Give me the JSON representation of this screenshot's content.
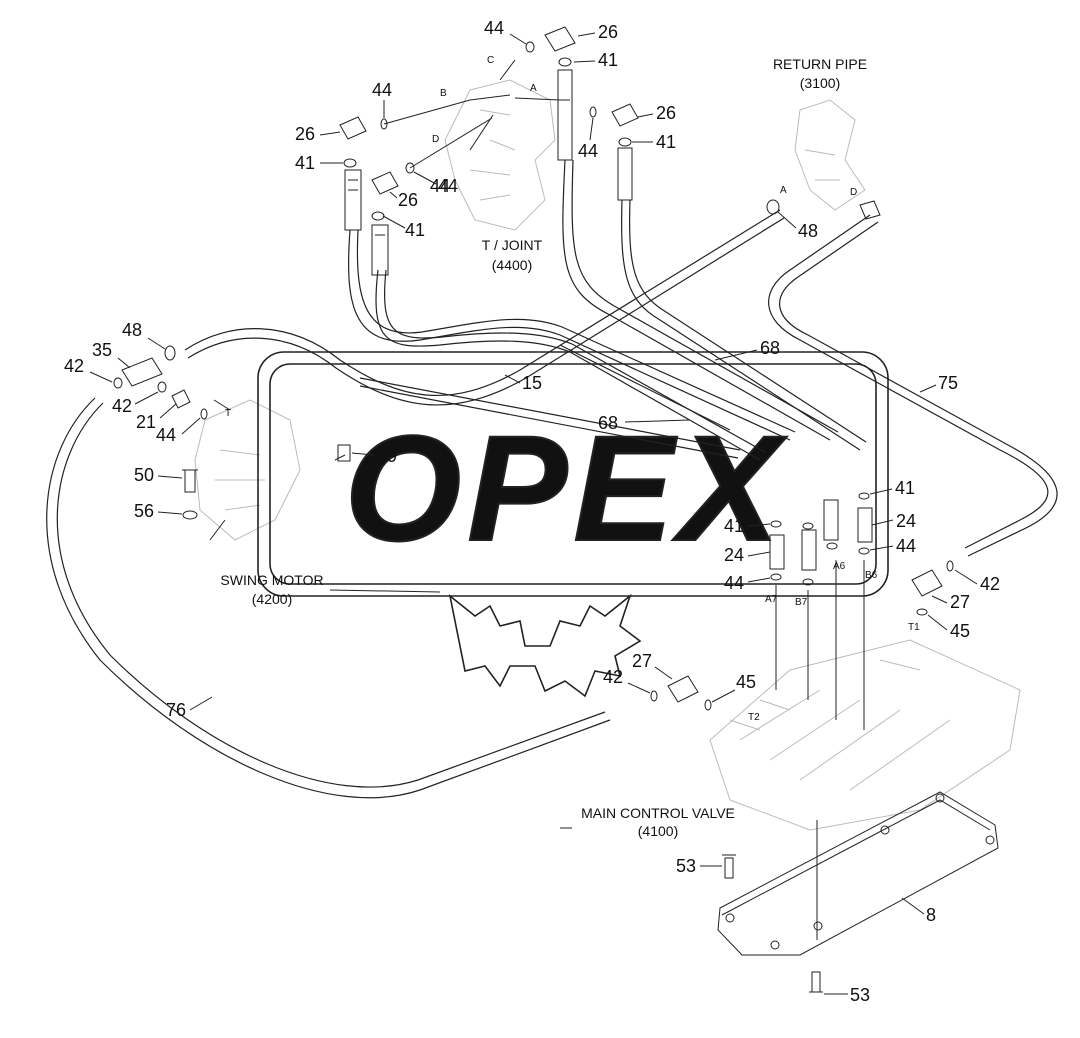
{
  "watermark": {
    "text": "OPEX"
  },
  "assembly_labels": {
    "return_pipe": "RETURN PIPE",
    "return_pipe_code": "(3100)",
    "t_joint": "T / JOINT",
    "t_joint_code": "(4400)",
    "swing_motor": "SWING MOTOR",
    "swing_motor_code": "(4200)",
    "main_control_valve": "MAIN CONTROL VALVE",
    "main_control_valve_code": "(4100)"
  },
  "port_labels": [
    "C",
    "B",
    "A",
    "D",
    "A",
    "D",
    "T",
    "A6",
    "B6",
    "A7",
    "B7",
    "T1",
    "T2"
  ],
  "part_numbers": [
    "44",
    "26",
    "41",
    "44",
    "26",
    "41",
    "26",
    "44",
    "44",
    "41",
    "26",
    "44",
    "41",
    "48",
    "48",
    "35",
    "42",
    "42",
    "21",
    "44",
    "15",
    "68",
    "68",
    "75",
    "50",
    "39",
    "56",
    "41",
    "24",
    "41",
    "24",
    "44",
    "44",
    "42",
    "27",
    "45",
    "27",
    "42",
    "45",
    "76",
    "53",
    "8",
    "53"
  ]
}
